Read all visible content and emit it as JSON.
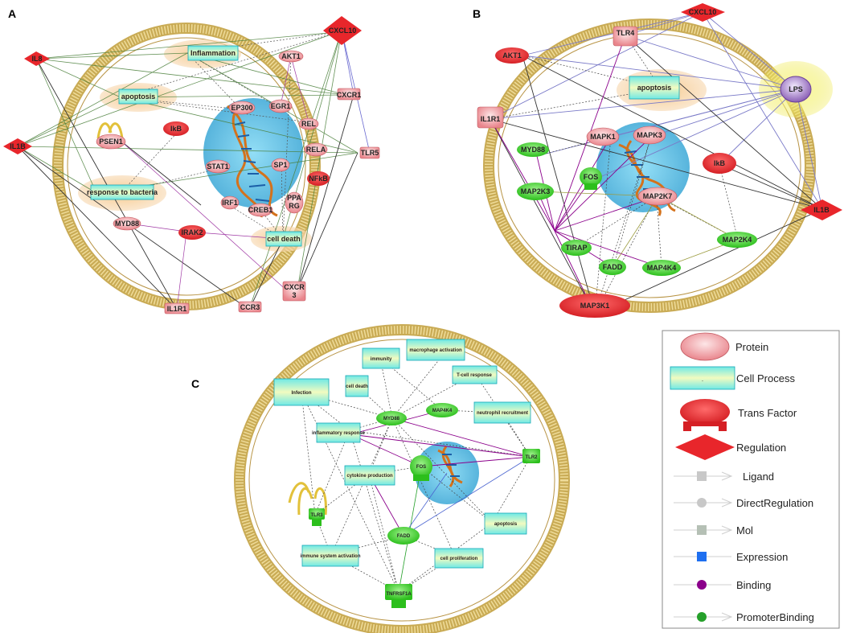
{
  "panels": {
    "A": {
      "letter": "A",
      "nodes": {
        "il8": "IL8",
        "il1b": "IL1B",
        "cxcl10": "CXCL10",
        "akt1": "AKT1",
        "cxcr1": "CXCR1",
        "tlr5": "TLR5",
        "ep300": "EP300",
        "egr1": "EGR1",
        "rel": "REL",
        "rela": "RELA",
        "ikb": "IkB",
        "psen1": "PSEN1",
        "stat1": "STAT1",
        "sp1": "SP1",
        "nfkb": "NFkB",
        "irf1": "IRF1",
        "creb1": "CREB1",
        "ppa": "PPA",
        "rg": "RG",
        "myd88": "MYD88",
        "irak2": "IRAK2",
        "il1r1": "IL1R1",
        "ccr3": "CCR3",
        "cxcr": "CXCR",
        "cxcr_3": "3",
        "inflammation": "Inflammation",
        "apoptosis": "apoptosis",
        "response_to_bacteria": "response to bacteria",
        "cell_death": "cell death"
      }
    },
    "B": {
      "letter": "B",
      "nodes": {
        "cxcl10": "CXCL10",
        "tlr4": "TLR4",
        "akt1": "AKT1",
        "lps": "LPS",
        "apoptosis": "apoptosis",
        "il1r1": "IL1R1",
        "mapk1": "MAPK1",
        "mapk3": "MAPK3",
        "myd88": "MYD88",
        "ikb": "IkB",
        "fos": "FOS",
        "map2k3": "MAP2K3",
        "map2k7": "MAP2K7",
        "il1b": "IL1B",
        "tirap": "TIRAP",
        "fadd": "FADD",
        "map4k4": "MAP4K4",
        "map2k4": "MAP2K4",
        "map3k1": "MAP3K1"
      }
    },
    "C": {
      "letter": "C",
      "nodes": {
        "immunity": "immunity",
        "macrophage_activation": "macrophage activation",
        "t_cell_response": "T-cell response",
        "infection": "Infection",
        "cell_death": "cell death",
        "myd88": "MYD88",
        "map4k4": "MAP4K4",
        "neutrophil_recruitment": "neutrophil recruitment",
        "inflammatory_response": "inflammatory response",
        "tlr2": "TLR2",
        "fos": "FOS",
        "cytokine_production": "cytokine production",
        "tlr3": "TLR3",
        "apoptosis": "apoptosis",
        "fadd": "FADD",
        "immune_system_activation": "immune system activation",
        "cell_proliferation": "cell proliferation",
        "tnfrsf1a": "TNFRSF1A"
      }
    }
  },
  "legend": {
    "items": [
      {
        "label": "Protein"
      },
      {
        "label": "Cell Process"
      },
      {
        "label": "Trans Factor"
      },
      {
        "label": "Regulation"
      },
      {
        "label": "Ligand"
      },
      {
        "label": "DirectRegulation"
      },
      {
        "label": "Mol"
      },
      {
        "label": "Expression"
      },
      {
        "label": "Binding"
      },
      {
        "label": "PromoterBinding"
      }
    ],
    "cell_process_swatch_text": "."
  },
  "colors": {
    "membrane": "#c9ab55",
    "protein_pink": "#f3a3a8",
    "regulation_red": "#e8262b",
    "trans_factor_red": "#e8262b",
    "protein_green": "#3dd62a",
    "cell_process_cyan": "#8ff2ee",
    "process_halo": "#f5c890",
    "nucleus": "#5fc5e8",
    "lps_purple": "#8a5fb5",
    "lps_glow": "#f2ef6e",
    "binding_purple": "#8b008b",
    "expression_blue": "#1e6ff0",
    "promoter_green": "#25a02a",
    "mol_gray": "#b5b5b5"
  }
}
